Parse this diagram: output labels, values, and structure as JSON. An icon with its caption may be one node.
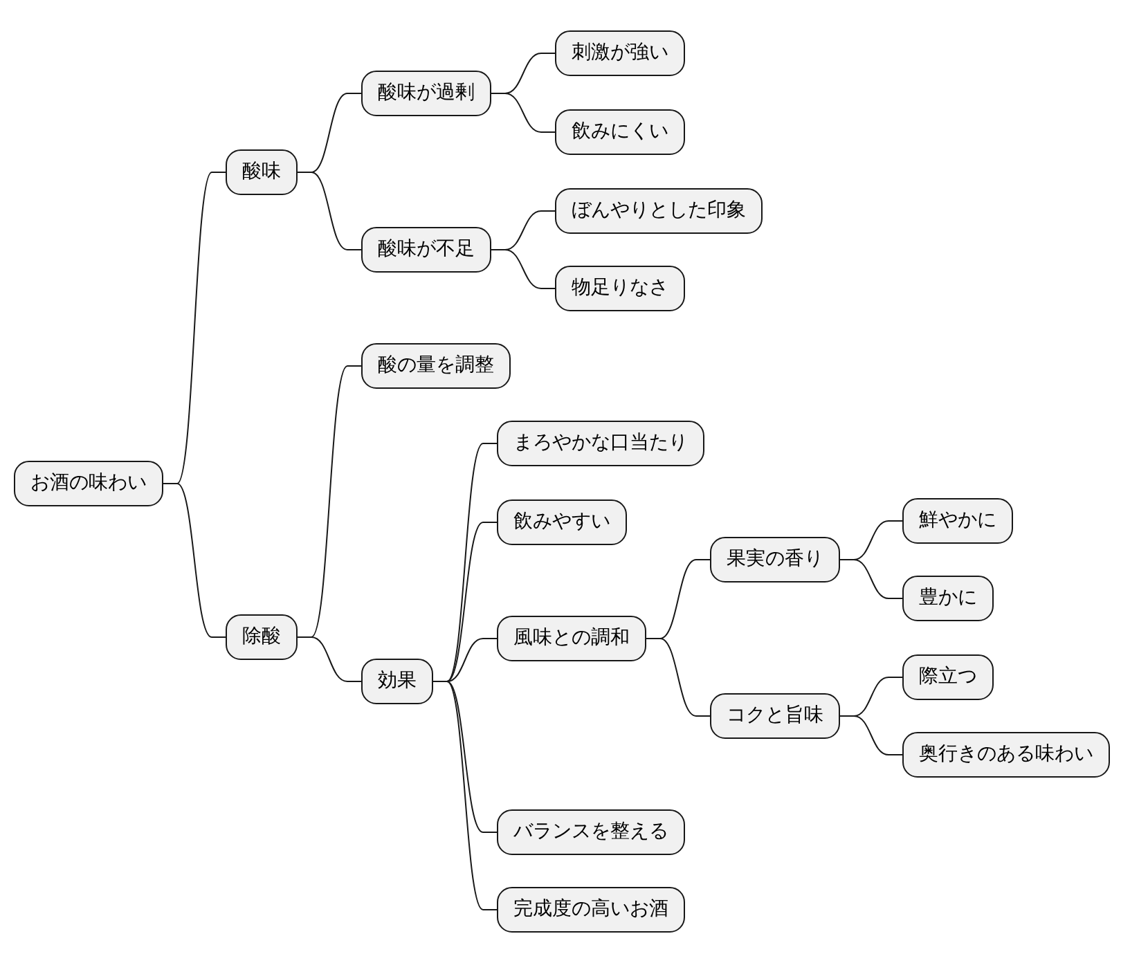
{
  "diagram": {
    "nodes": [
      {
        "text": [
          "お酒の味わい"
        ]
      },
      {
        "text": [
          "酸味"
        ]
      },
      {
        "text": [
          "酸味が過剰"
        ]
      },
      {
        "text": [
          "刺激が強い"
        ]
      },
      {
        "text": [
          "飲みにくい"
        ]
      },
      {
        "text": [
          "酸味が不足"
        ]
      },
      {
        "text": [
          "ぼんやりとした印象"
        ]
      },
      {
        "text": [
          "物足りなさ"
        ]
      },
      {
        "text": [
          "除酸"
        ]
      },
      {
        "text": [
          "酸の量を調整"
        ]
      },
      {
        "text": [
          "効果"
        ]
      },
      {
        "text": [
          "まろやかな口当たり"
        ]
      },
      {
        "text": [
          "飲みやすい"
        ]
      },
      {
        "text": [
          "風味との調和"
        ]
      },
      {
        "text": [
          "果実の香り"
        ]
      },
      {
        "text": [
          "鮮やかに"
        ]
      },
      {
        "text": [
          "豊かに"
        ]
      },
      {
        "text": [
          "コクと旨味"
        ]
      },
      {
        "text": [
          "際立つ"
        ]
      },
      {
        "text": [
          "奥行きのある味わい"
        ]
      },
      {
        "text": [
          "バランスを整える"
        ]
      },
      {
        "text": [
          "完成度の高いお酒"
        ]
      }
    ],
    "edges": [
      {
        "from": 0,
        "to": 1,
        "arrow": "none"
      },
      {
        "from": 1,
        "to": 2,
        "arrow": "none"
      },
      {
        "from": 2,
        "to": 3,
        "arrow": "none"
      },
      {
        "from": 2,
        "to": 4,
        "arrow": "none"
      },
      {
        "from": 1,
        "to": 5,
        "arrow": "none"
      },
      {
        "from": 5,
        "to": 6,
        "arrow": "none"
      },
      {
        "from": 5,
        "to": 7,
        "arrow": "none"
      },
      {
        "from": 0,
        "to": 8,
        "arrow": "none"
      },
      {
        "from": 8,
        "to": 9,
        "arrow": "none"
      },
      {
        "from": 8,
        "to": 10,
        "arrow": "none"
      },
      {
        "from": 10,
        "to": 11,
        "arrow": "none"
      },
      {
        "from": 10,
        "to": 12,
        "arrow": "none"
      },
      {
        "from": 10,
        "to": 13,
        "arrow": "none"
      },
      {
        "from": 13,
        "to": 14,
        "arrow": "none"
      },
      {
        "from": 14,
        "to": 15,
        "arrow": "none"
      },
      {
        "from": 14,
        "to": 16,
        "arrow": "none"
      },
      {
        "from": 13,
        "to": 17,
        "arrow": "none"
      },
      {
        "from": 17,
        "to": 18,
        "arrow": "none"
      },
      {
        "from": 17,
        "to": 19,
        "arrow": "none"
      },
      {
        "from": 10,
        "to": 20,
        "arrow": "none"
      },
      {
        "from": 10,
        "to": 21,
        "arrow": "none"
      }
    ]
  }
}
